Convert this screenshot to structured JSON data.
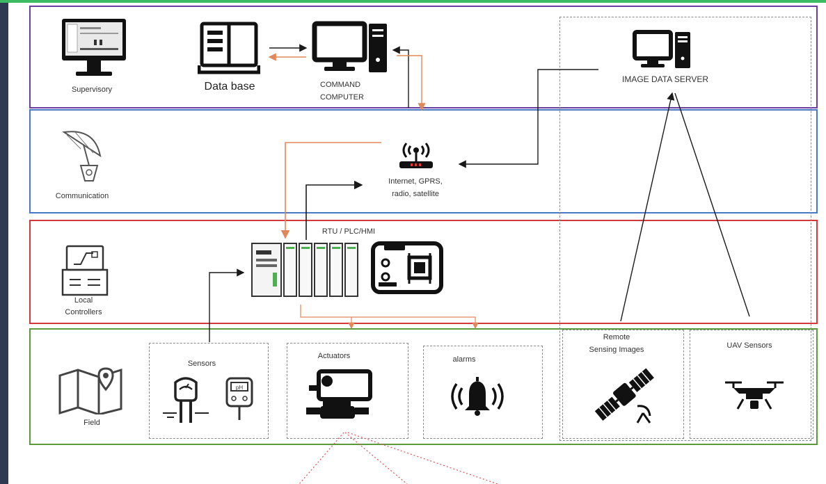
{
  "layers": {
    "supervisory": {
      "label": "Supervisory",
      "color": "#6b3fa0"
    },
    "communication": {
      "label": "Communication",
      "color": "#4a78c8"
    },
    "local": {
      "label_line1": "Local",
      "label_line2": "Controllers",
      "color": "#d23a3a"
    },
    "field": {
      "label": "Field",
      "color": "#5a9a3a"
    }
  },
  "nodes": {
    "database": "Data base",
    "command_line1": "COMMAND",
    "command_line2": "COMPUTER",
    "image_server": "IMAGE DATA SERVER",
    "network_line1": "Internet, GPRS,",
    "network_line2": "radio, satellite",
    "rtu": "RTU / PLC/HMI"
  },
  "field_boxes": {
    "sensors": "Sensors",
    "actuators": "Actuators",
    "alarms": "alarms",
    "remote_line1": "Remote",
    "remote_line2": "Sensing Images",
    "uav": "UAV Sensors"
  },
  "icons": [
    "supervisory-monitor-icon",
    "database-book-icon",
    "command-computer-icon",
    "image-server-computer-icon",
    "satellite-dish-icon",
    "router-icon",
    "local-controller-icon",
    "plc-modules-icon",
    "circuit-board-icon",
    "field-map-icon",
    "soil-sensor-icon",
    "ph-meter-icon",
    "valve-actuator-icon",
    "alarm-bell-icon",
    "satellite-icon",
    "drone-icon"
  ],
  "colors": {
    "arrow_black": "#1a1a1a",
    "arrow_orange": "#e0885a",
    "dashed_gray": "#8a8a8a",
    "red_dotted": "#e05050"
  }
}
